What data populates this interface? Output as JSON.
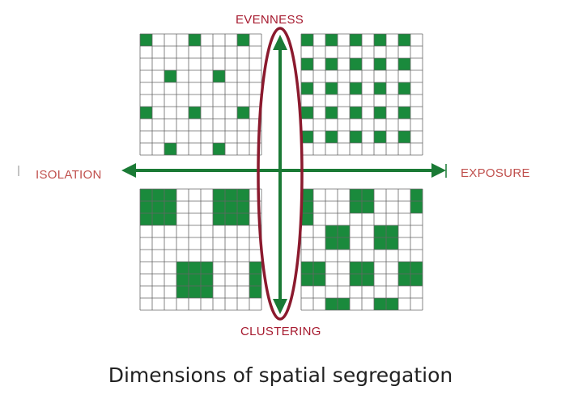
{
  "labels": {
    "evenness": "EVENNESS",
    "clustering": "CLUSTERING",
    "isolation": "ISOLATION",
    "exposure": "EXPOSURE"
  },
  "caption": "Dimensions of spatial segregation",
  "colors": {
    "cell_fill": "#1a8a3c",
    "grid_line": "#666666",
    "arrow": "#1a7a35",
    "ellipse": "#8b1a2e",
    "label_red": "#a6192e",
    "label_pink": "#c0504d",
    "caption": "#222222"
  },
  "grids": {
    "cols": 10,
    "rows": 10,
    "top_left": [
      [
        0,
        0
      ],
      [
        0,
        4
      ],
      [
        0,
        8
      ],
      [
        3,
        2
      ],
      [
        3,
        6
      ],
      [
        6,
        0
      ],
      [
        6,
        4
      ],
      [
        6,
        8
      ],
      [
        9,
        2
      ],
      [
        9,
        6
      ]
    ],
    "top_right": [
      [
        0,
        0
      ],
      [
        0,
        2
      ],
      [
        0,
        4
      ],
      [
        0,
        6
      ],
      [
        0,
        8
      ],
      [
        2,
        0
      ],
      [
        2,
        2
      ],
      [
        2,
        4
      ],
      [
        2,
        6
      ],
      [
        2,
        8
      ],
      [
        4,
        0
      ],
      [
        4,
        2
      ],
      [
        4,
        4
      ],
      [
        4,
        6
      ],
      [
        4,
        8
      ],
      [
        6,
        0
      ],
      [
        6,
        2
      ],
      [
        6,
        4
      ],
      [
        6,
        6
      ],
      [
        6,
        8
      ],
      [
        8,
        0
      ],
      [
        8,
        2
      ],
      [
        8,
        4
      ],
      [
        8,
        6
      ],
      [
        8,
        8
      ]
    ],
    "bottom_left": [
      [
        0,
        0
      ],
      [
        0,
        1
      ],
      [
        0,
        2
      ],
      [
        1,
        0
      ],
      [
        1,
        1
      ],
      [
        1,
        2
      ],
      [
        2,
        0
      ],
      [
        2,
        1
      ],
      [
        2,
        2
      ],
      [
        0,
        6
      ],
      [
        0,
        7
      ],
      [
        0,
        8
      ],
      [
        1,
        6
      ],
      [
        1,
        7
      ],
      [
        1,
        8
      ],
      [
        2,
        6
      ],
      [
        2,
        7
      ],
      [
        2,
        8
      ],
      [
        6,
        3
      ],
      [
        6,
        4
      ],
      [
        6,
        5
      ],
      [
        7,
        3
      ],
      [
        7,
        4
      ],
      [
        7,
        5
      ],
      [
        8,
        3
      ],
      [
        8,
        4
      ],
      [
        8,
        5
      ],
      [
        6,
        9
      ],
      [
        7,
        9
      ],
      [
        8,
        9
      ]
    ],
    "bottom_right": [
      [
        0,
        0
      ],
      [
        1,
        0
      ],
      [
        2,
        0
      ],
      [
        0,
        4
      ],
      [
        0,
        5
      ],
      [
        1,
        4
      ],
      [
        1,
        5
      ],
      [
        0,
        9
      ],
      [
        1,
        9
      ],
      [
        3,
        2
      ],
      [
        3,
        3
      ],
      [
        4,
        2
      ],
      [
        4,
        3
      ],
      [
        3,
        6
      ],
      [
        3,
        7
      ],
      [
        4,
        6
      ],
      [
        4,
        7
      ],
      [
        6,
        0
      ],
      [
        6,
        1
      ],
      [
        7,
        0
      ],
      [
        7,
        1
      ],
      [
        6,
        4
      ],
      [
        6,
        5
      ],
      [
        7,
        4
      ],
      [
        7,
        5
      ],
      [
        6,
        8
      ],
      [
        6,
        9
      ],
      [
        7,
        8
      ],
      [
        7,
        9
      ],
      [
        9,
        2
      ],
      [
        9,
        3
      ],
      [
        9,
        6
      ],
      [
        9,
        7
      ]
    ]
  }
}
